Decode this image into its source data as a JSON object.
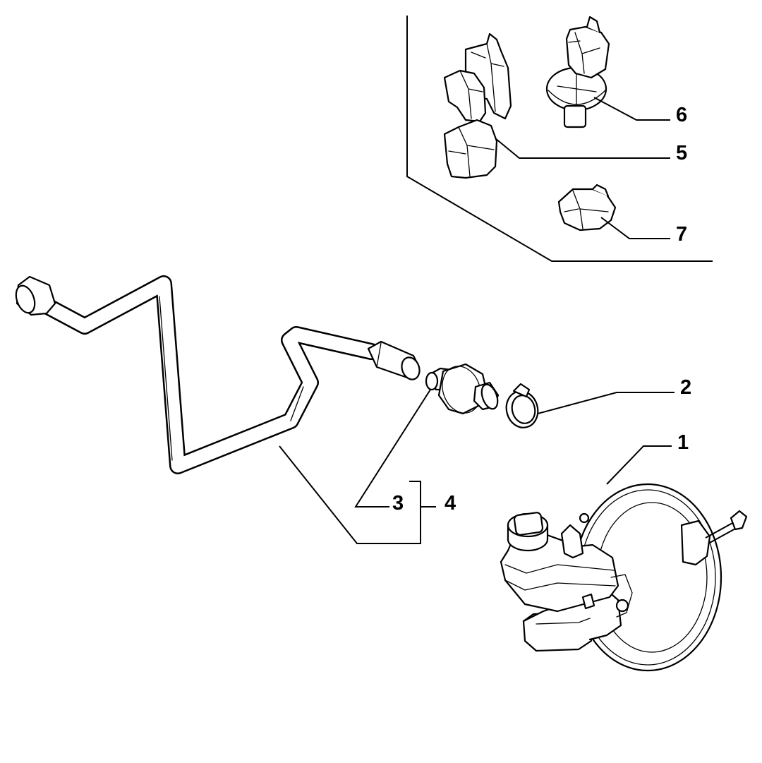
{
  "diagram": {
    "labels": {
      "part_1": "1",
      "part_2": "2",
      "part_3": "3",
      "part_4": "4",
      "part_5": "5",
      "part_6": "6",
      "part_7": "7"
    },
    "colors": {
      "ink": "#000000",
      "paper": "#ffffff"
    }
  }
}
